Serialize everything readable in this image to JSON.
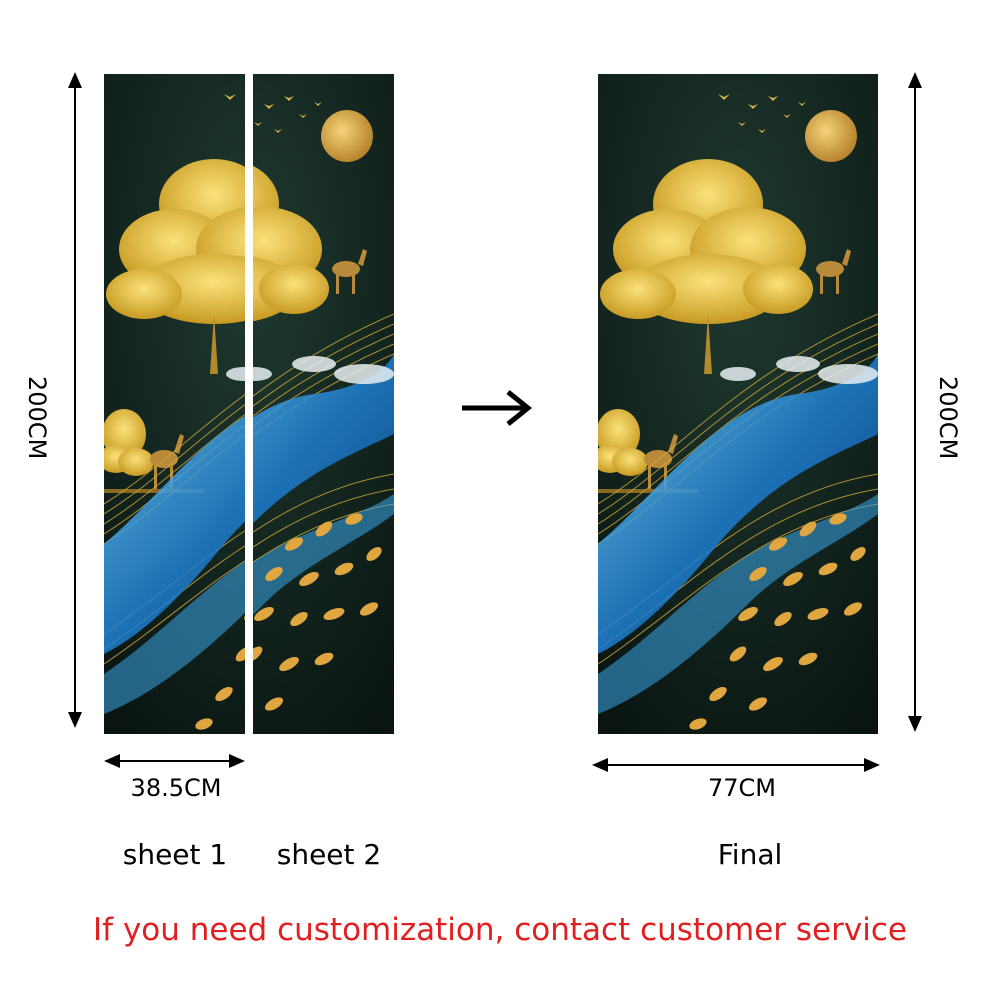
{
  "left": {
    "height_label": "200CM",
    "width_label": "38.5CM",
    "sheet1_label": "sheet 1",
    "sheet2_label": "sheet 2"
  },
  "right": {
    "height_label": "200CM",
    "width_label": "77CM",
    "final_label": "Final"
  },
  "arrow_icon": "right-arrow",
  "notice": {
    "text": "If you need customization, contact customer service",
    "color": "#e02020"
  },
  "artwork": {
    "background": "#0d1a16",
    "gold": "#e2b830",
    "blue": "#1e90e0"
  }
}
